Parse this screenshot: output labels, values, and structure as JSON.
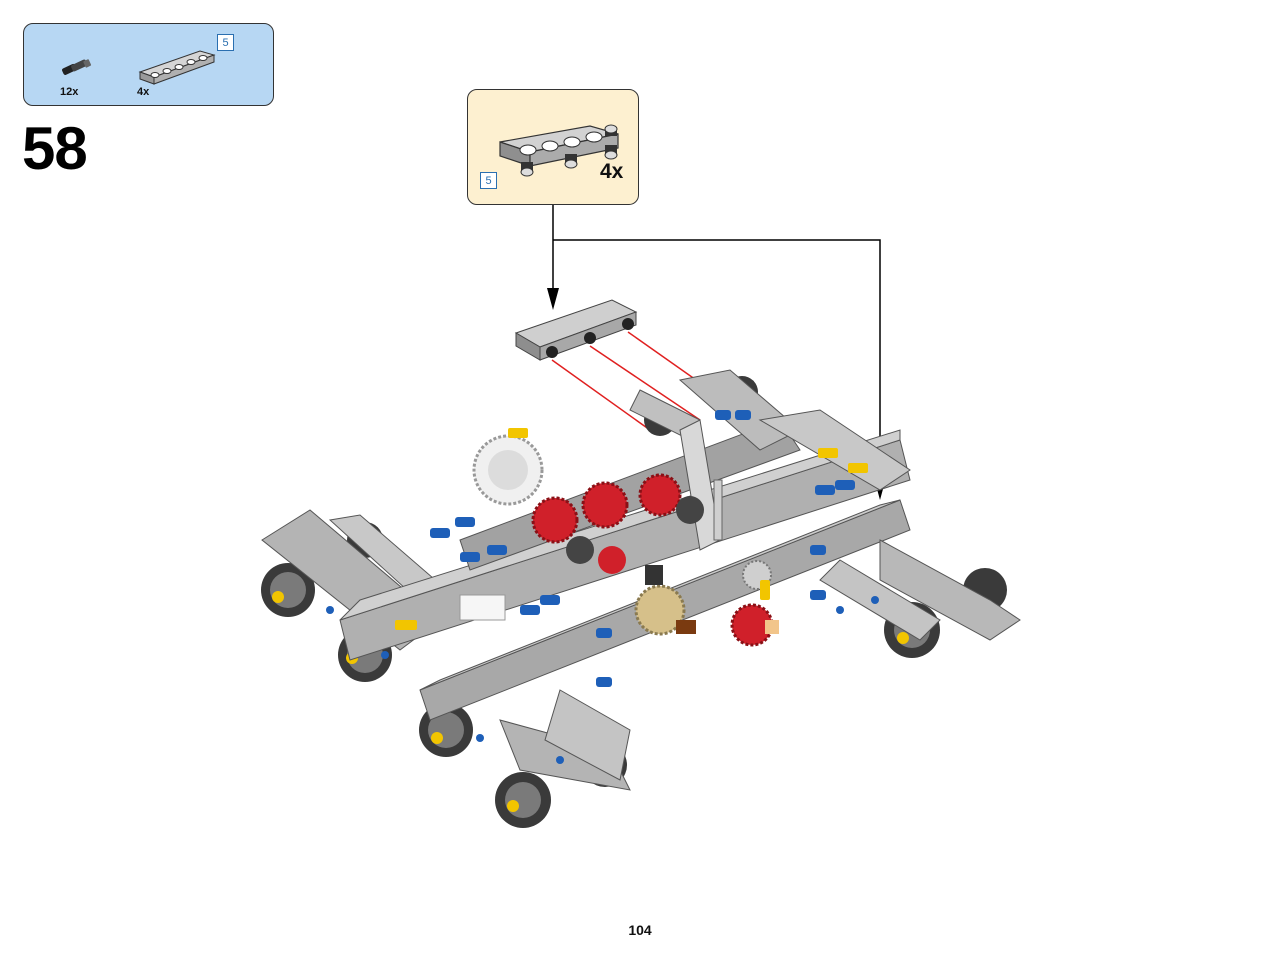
{
  "parts_list": {
    "items": [
      {
        "name": "connector-pin-part",
        "quantity": "12x"
      },
      {
        "name": "beam-5-part",
        "quantity": "4x"
      }
    ],
    "beam_length_badge": "5"
  },
  "step": {
    "number": "58"
  },
  "callout": {
    "quantity": "4x",
    "beam_length_badge": "5"
  },
  "colors": {
    "parts_list_bg": "#b7d7f3",
    "callout_bg": "#fdf0d0",
    "beam_gray": "#a0a0a0",
    "pin_blue": "#1e5fb8",
    "gear_red": "#d0202a",
    "axle_yellow": "#f2c500",
    "wheel_dark": "#3a3a3a"
  },
  "footer": {
    "page_number": "104"
  }
}
